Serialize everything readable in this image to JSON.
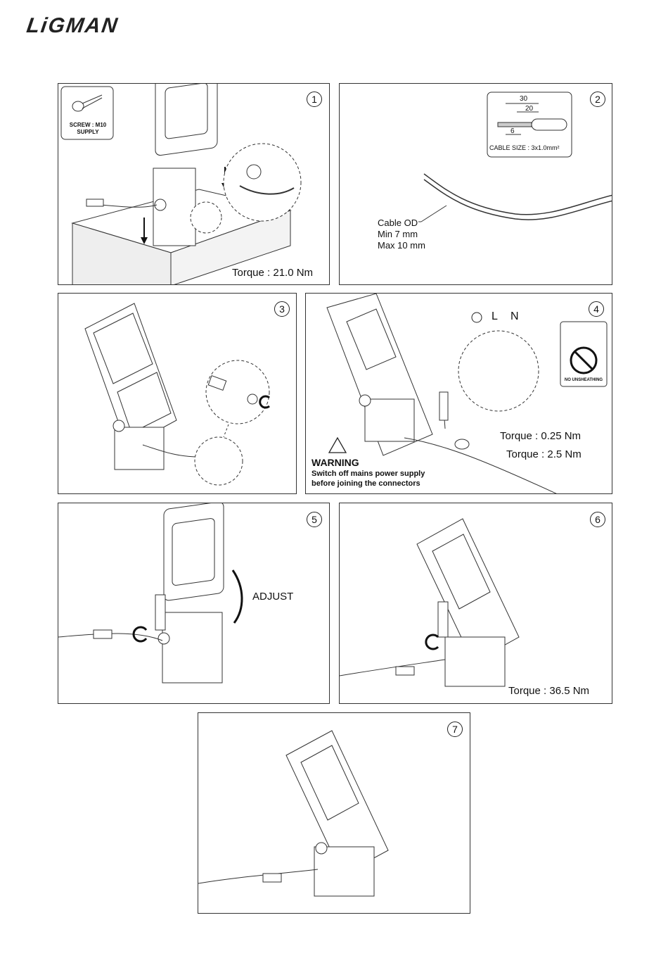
{
  "logo": "LiGMAN",
  "steps": [
    {
      "num": "1",
      "screw_label": "SCREW : M10",
      "screw_supply": "SUPPLY",
      "torque": "Torque : 21.0 Nm"
    },
    {
      "num": "2",
      "dim_30": "30",
      "dim_20": "20",
      "dim_6": "6",
      "cable_size": "CABLE SIZE : 3x1.0mm²",
      "cable_od": "Cable OD",
      "min": "Min 7 mm",
      "max": "Max 10 mm"
    },
    {
      "num": "3"
    },
    {
      "num": "4",
      "l": "L",
      "n": "N",
      "torque_a": "Torque : 0.25 Nm",
      "torque_b": "Torque : 2.5 Nm",
      "warning_title": "WARNING",
      "warning_line1": "Switch off mains power supply",
      "warning_line2": "before joining the connectors",
      "no_unsheathing": "NO UNSHEATHING"
    },
    {
      "num": "5",
      "adjust": "ADJUST"
    },
    {
      "num": "6",
      "torque": "Torque : 36.5 Nm"
    },
    {
      "num": "7"
    }
  ]
}
